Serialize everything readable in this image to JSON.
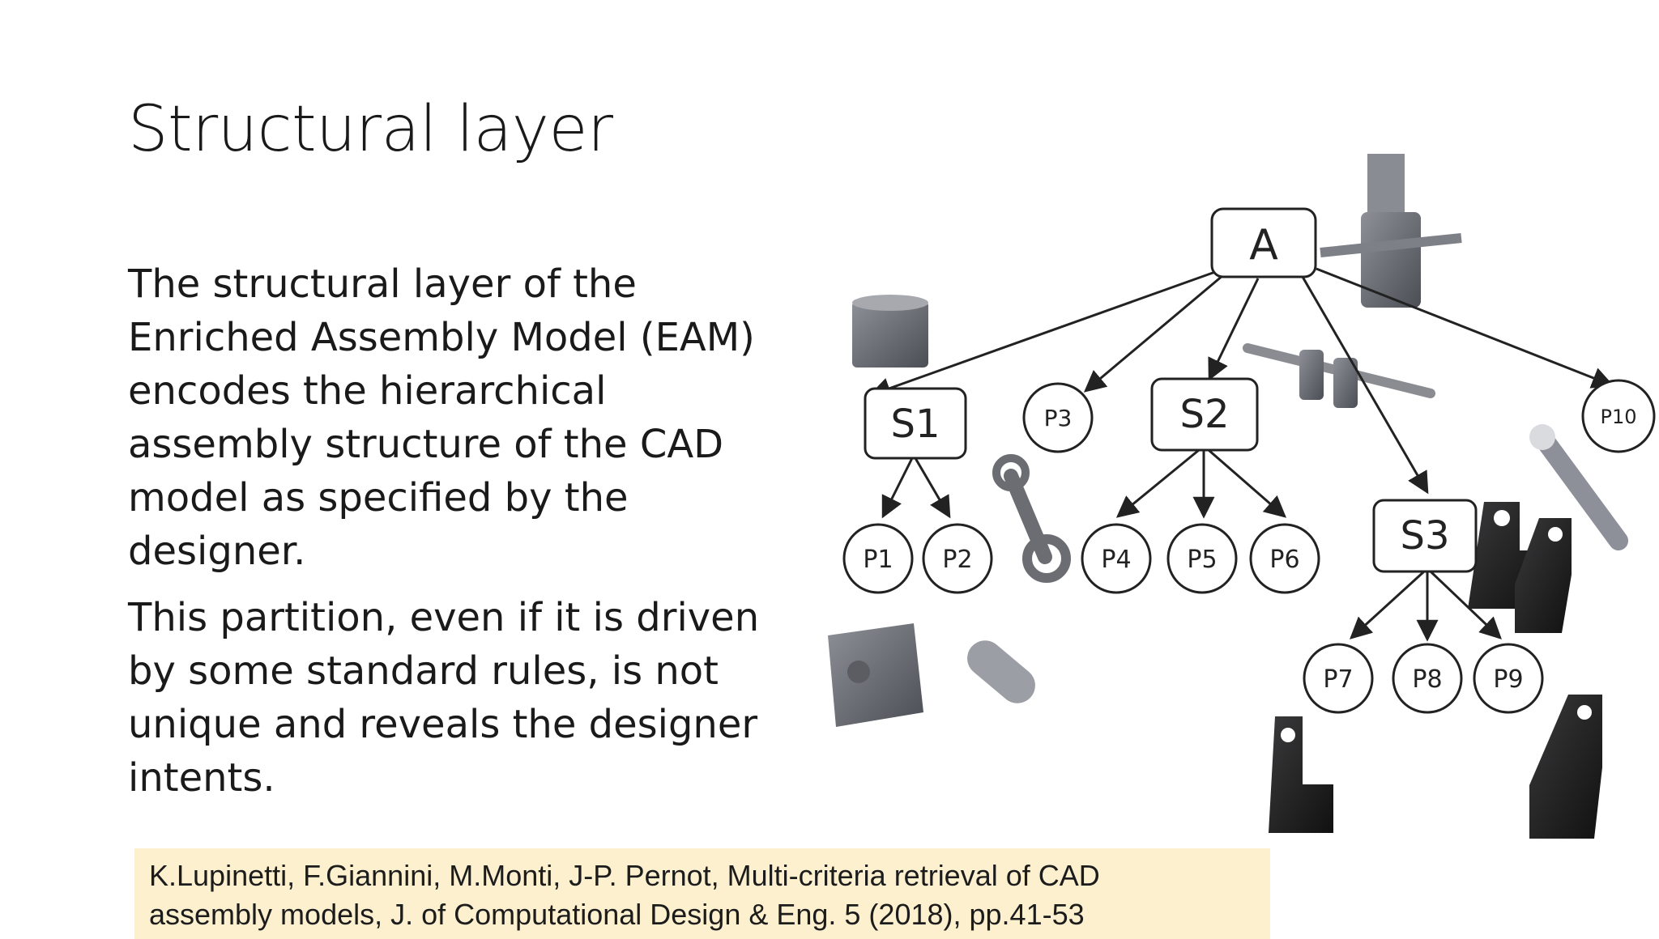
{
  "slide": {
    "title": "Structural layer",
    "paragraphs": [
      "The structural layer of the Enriched Assembly Model (EAM) encodes the hierarchical assembly structure of the CAD model as specified by the designer.",
      "This partition, even if it is driven by some standard rules, is not unique and reveals the designer intents."
    ],
    "citation": {
      "line1": "K.Lupinetti, F.Giannini, M.Monti, J-P. Pernot, Multi-criteria retrieval of CAD",
      "line2": "assembly models, J. of Computational Design & Eng. 5 (2018), pp.41-53",
      "background_color": "#fdf0cf"
    }
  },
  "diagram": {
    "root": "A",
    "subassemblies": [
      "S1",
      "S2",
      "S3"
    ],
    "parts": [
      "P1",
      "P2",
      "P3",
      "P4",
      "P5",
      "P6",
      "P7",
      "P8",
      "P9",
      "P10"
    ],
    "edges": [
      [
        "A",
        "S1"
      ],
      [
        "A",
        "P3"
      ],
      [
        "A",
        "S2"
      ],
      [
        "A",
        "S3"
      ],
      [
        "A",
        "P10"
      ],
      [
        "S1",
        "P1"
      ],
      [
        "S1",
        "P2"
      ],
      [
        "S2",
        "P4"
      ],
      [
        "S2",
        "P5"
      ],
      [
        "S2",
        "P6"
      ],
      [
        "S3",
        "P7"
      ],
      [
        "S3",
        "P8"
      ],
      [
        "S3",
        "P9"
      ]
    ],
    "part_illustrations": [
      "piston-block",
      "piston",
      "pin",
      "connecting-rod",
      "crankshaft",
      "engine-assembly",
      "bracket",
      "arm-link"
    ]
  }
}
